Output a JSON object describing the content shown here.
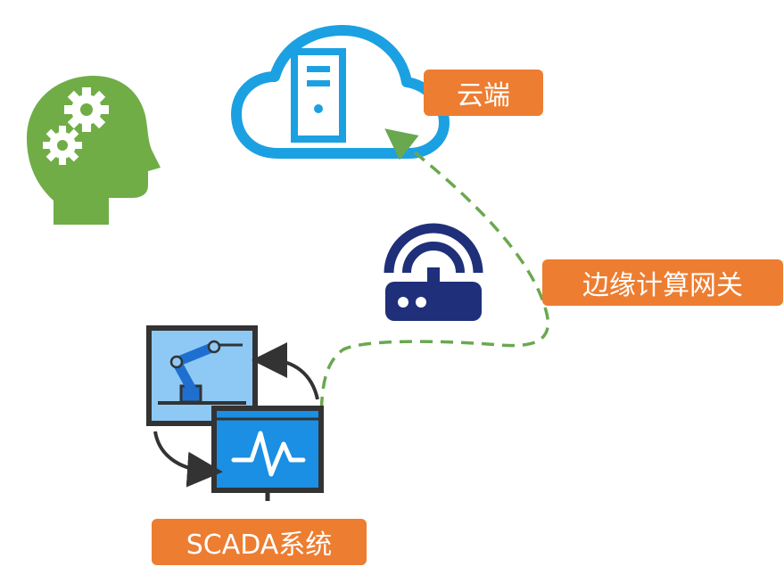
{
  "labels": {
    "cloud": "云端",
    "gateway": "边缘计算网关",
    "scada": "SCADA系统"
  },
  "icons": {
    "brain": "head-gears-icon",
    "cloud": "cloud-server-icon",
    "router": "wifi-router-icon",
    "robot_monitor": "robot-arm-monitor-icon",
    "signal_monitor": "signal-monitor-icon"
  },
  "colors": {
    "label_bg": "#ed7d31",
    "cloud_blue": "#1ba1e2",
    "head_green": "#70ad47",
    "router_navy": "#1f2f7a",
    "monitor_frame": "#333333",
    "robot_screen": "#8ec9f5",
    "signal_screen": "#1a8fe3",
    "connector": "#6aa84f"
  }
}
